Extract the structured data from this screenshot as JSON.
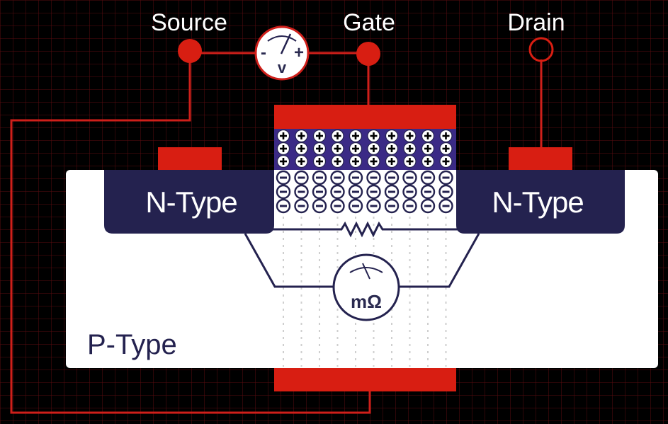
{
  "terminals": {
    "source": "Source",
    "gate": "Gate",
    "drain": "Drain"
  },
  "regions": {
    "n_left": "N-Type",
    "n_right": "N-Type",
    "p": "P-Type"
  },
  "voltmeter": {
    "minus": "-",
    "plus": "+",
    "unit": "v"
  },
  "ohmmeter": {
    "unit": "mΩ"
  },
  "charges": {
    "positive_symbol": "+",
    "negative_symbol": "−"
  },
  "colors": {
    "background": "#000000",
    "grid": "#6a0e12",
    "wire": "#d0201b",
    "metal": "#d81e12",
    "n_region": "#24224f",
    "substrate": "#ffffff",
    "positive_charge_fill": "#ffffff",
    "negative_charge_fill": "#ffffff",
    "dielectric": "#3b2a86"
  }
}
